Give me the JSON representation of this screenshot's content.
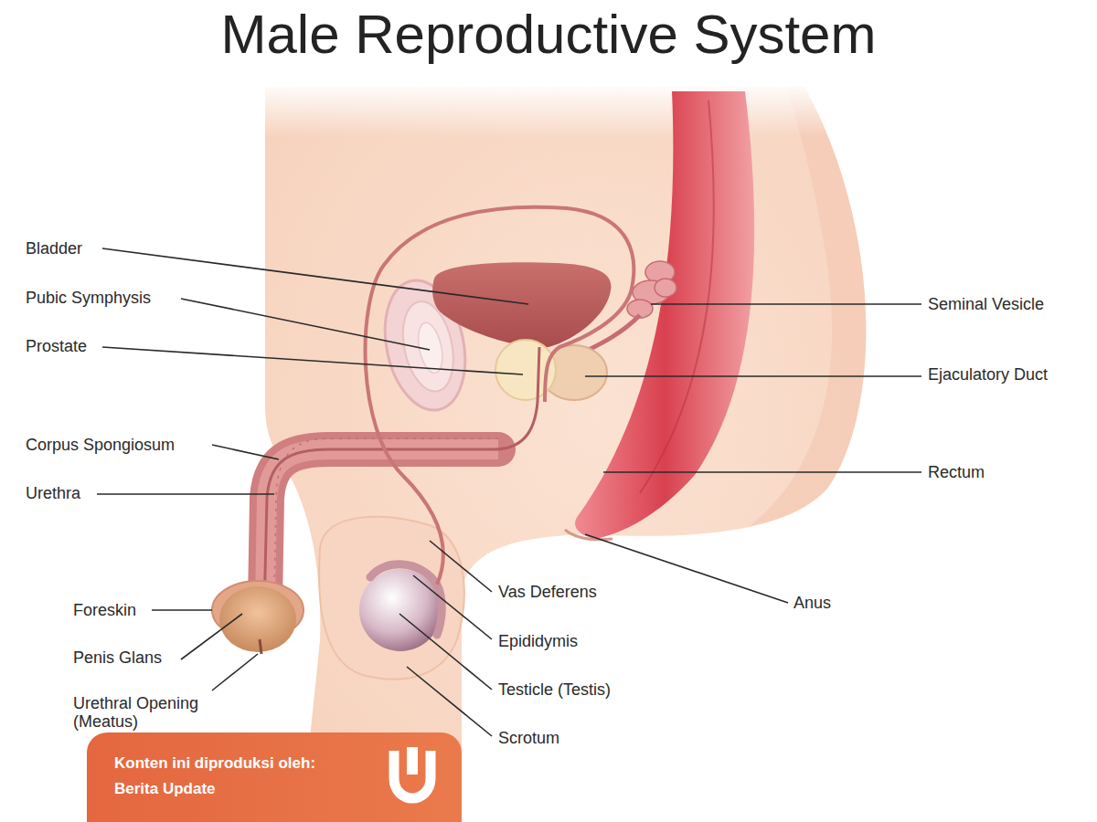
{
  "diagram": {
    "title": "Male Reproductive System",
    "nodes": [
      {
        "text": [
          "Konten ini diproduksi oleh:",
          "Berita Update"
        ]
      }
    ],
    "labels": [
      "Bladder",
      "Pubic Symphysis",
      "Prostate",
      "Corpus Spongiosum",
      "Urethra",
      "Foreskin",
      "Penis Glans",
      "Urethral Opening (Meatus)",
      "Vas Deferens",
      "Epididymis",
      "Testicle (Testis)",
      "Scrotum",
      "Seminal Vesicle",
      "Ejaculatory Duct",
      "Rectum",
      "Anus"
    ]
  }
}
